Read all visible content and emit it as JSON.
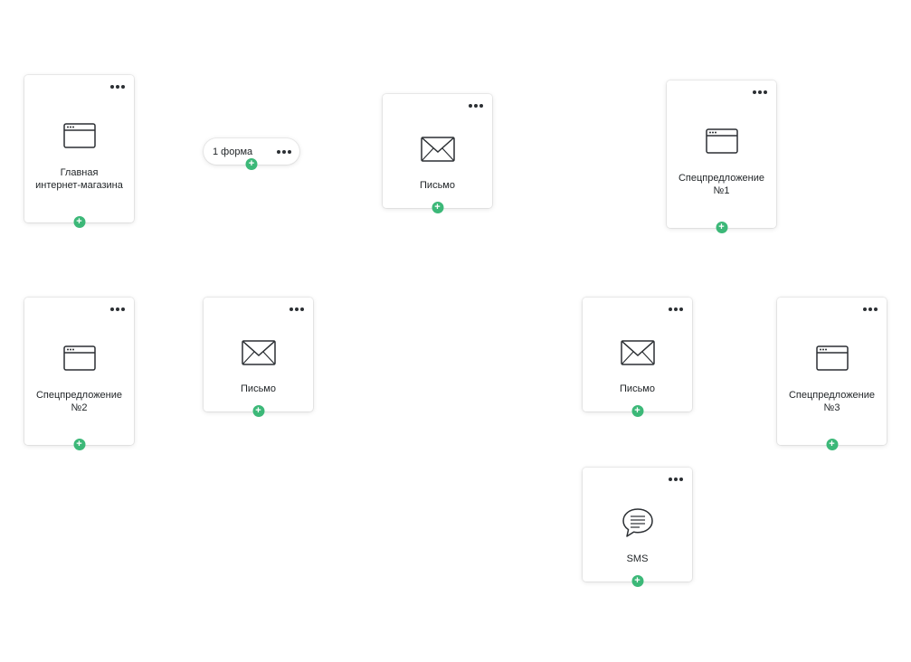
{
  "accent_color": "#3cb878",
  "add_symbol": "+",
  "cards": {
    "main_shop": {
      "label": "Главная\nинтернет-магазина",
      "icon": "browser-window-icon"
    },
    "email_1": {
      "label": "Письмо",
      "icon": "envelope-icon"
    },
    "special_1": {
      "label": "Спецпредложение\n№1",
      "icon": "browser-window-icon"
    },
    "special_2": {
      "label": "Спецпредложение\n№2",
      "icon": "browser-window-icon"
    },
    "email_2": {
      "label": "Письмо",
      "icon": "envelope-icon"
    },
    "email_3": {
      "label": "Письмо",
      "icon": "envelope-icon"
    },
    "special_3": {
      "label": "Спецпредложение\n№3",
      "icon": "browser-window-icon"
    },
    "sms": {
      "label": "SMS",
      "icon": "speech-bubble-icon"
    }
  },
  "form_node": {
    "label": "1 форма"
  }
}
